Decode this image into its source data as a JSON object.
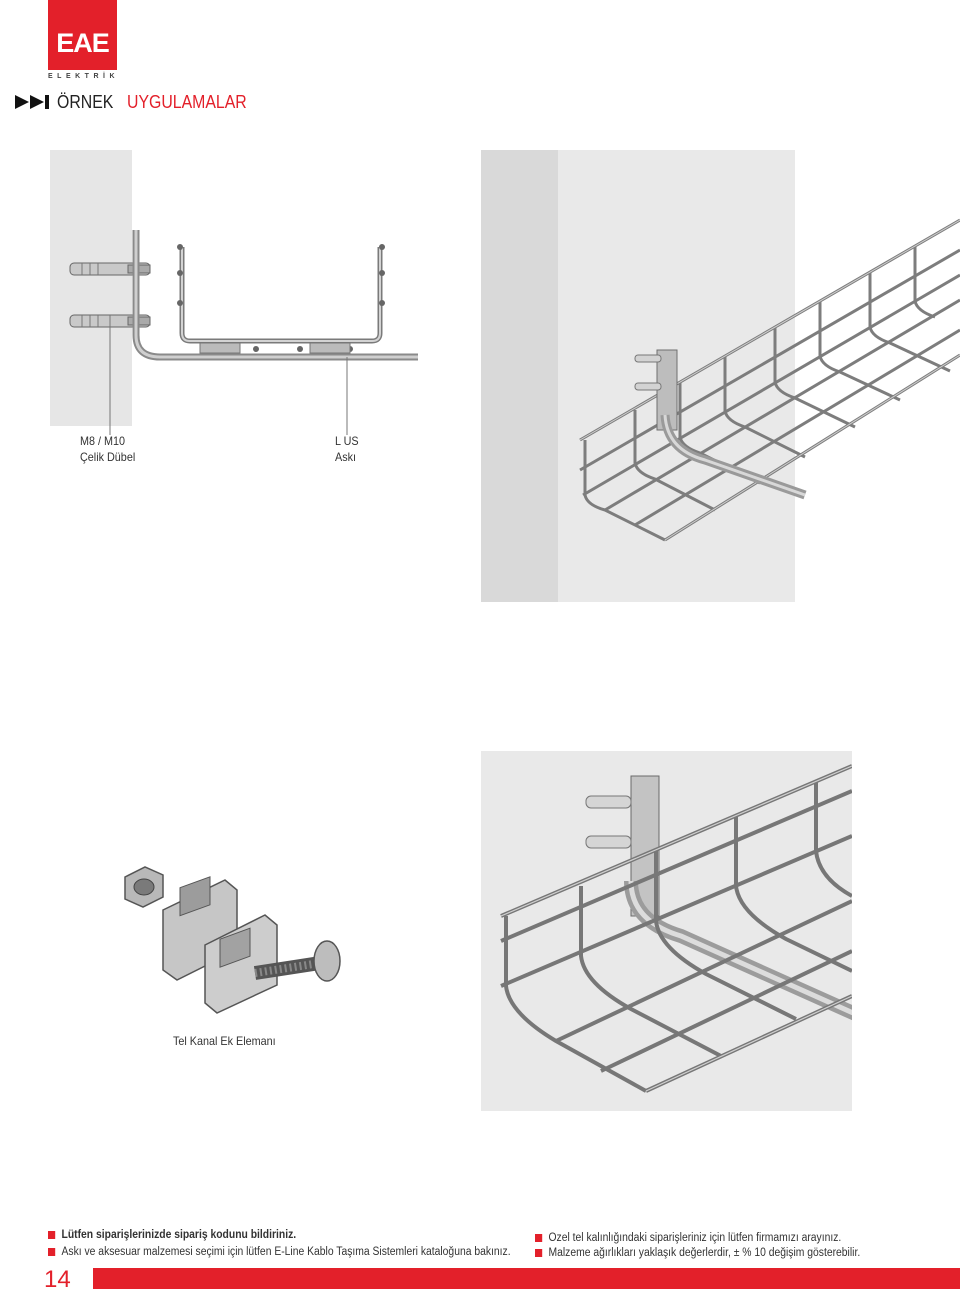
{
  "brand": {
    "name": "EAE",
    "sub": "ELEKTRİK",
    "color": "#e3202a"
  },
  "section": {
    "title_word_1": "ÖRNEK",
    "title_word_2": "UYGULAMALAR",
    "arrow_icon": "double-play-arrow-icon"
  },
  "figure1": {
    "label_left_line1": "M8 / M10",
    "label_left_line2": "Çelik Dübel",
    "label_right_line1": "L US",
    "label_right_line2": "Askı"
  },
  "figure3": {
    "caption": "Tel Kanal Ek Elemanı"
  },
  "notes": {
    "left": [
      "Lütfen siparişlerinizde sipariş kodunu bildiriniz.",
      "Askı ve aksesuar malzemesi seçimi için lütfen E-Line Kablo Taşıma Sistemleri kataloğuna bakınız."
    ],
    "right": [
      "Özel tel kalınlığındaki siparişleriniz için lütfen firmamızı arayınız.",
      "Malzeme ağırlıkları yaklaşık değerlerdir, ± % 10 değişim gösterebilir."
    ]
  },
  "footer": {
    "page_number": "14"
  }
}
